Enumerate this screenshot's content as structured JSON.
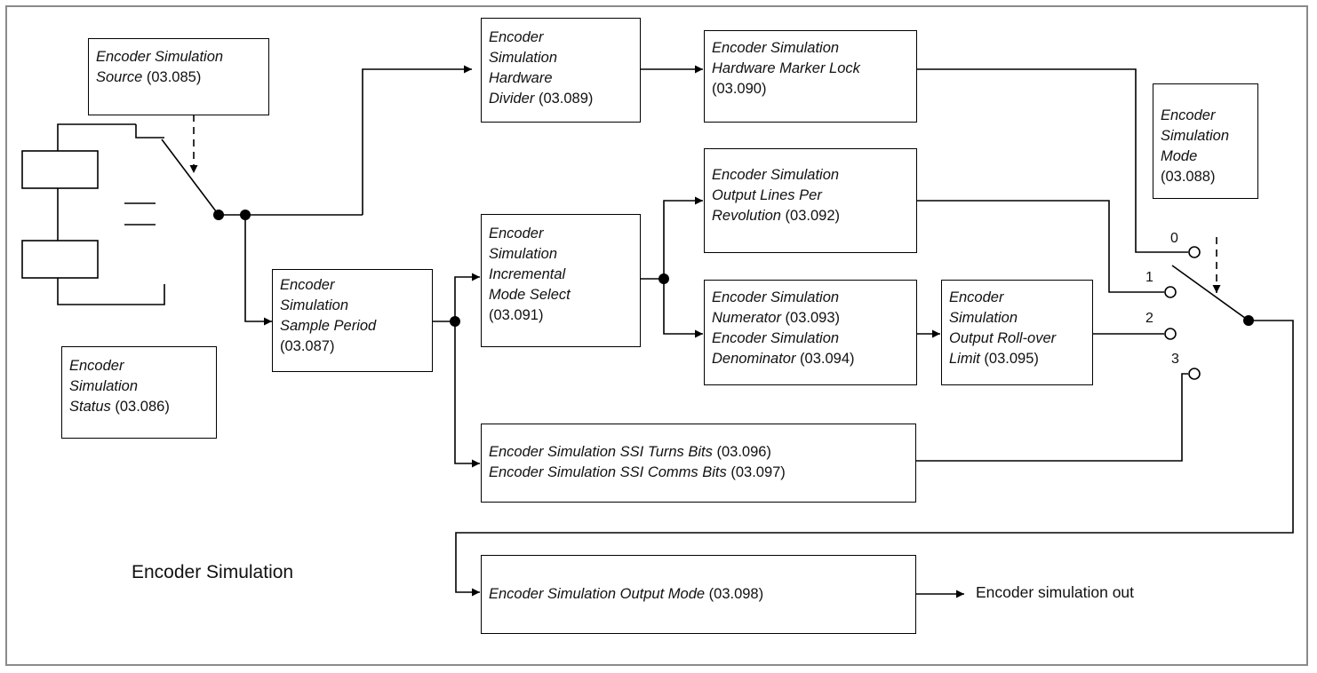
{
  "title": "Encoder Simulation",
  "output_label": "Encoder simulation out",
  "boxes": {
    "source": {
      "lines": [
        {
          "it": "Encoder Simulation",
          "plain": ""
        },
        {
          "it": "Source",
          "plain": " (03.085)"
        }
      ]
    },
    "status": {
      "lines": [
        {
          "it": "Encoder",
          "plain": ""
        },
        {
          "it": "Simulation",
          "plain": ""
        },
        {
          "it": "Status",
          "plain": " (03.086)"
        }
      ]
    },
    "sample": {
      "lines": [
        {
          "it": "Encoder",
          "plain": ""
        },
        {
          "it": "Simulation",
          "plain": ""
        },
        {
          "it": "Sample Period",
          "plain": ""
        },
        {
          "it": "",
          "plain": "(03.087)"
        }
      ]
    },
    "hw_divider": {
      "lines": [
        {
          "it": "Encoder",
          "plain": ""
        },
        {
          "it": "Simulation",
          "plain": ""
        },
        {
          "it": "Hardware",
          "plain": ""
        },
        {
          "it": "Divider",
          "plain": " (03.089)"
        }
      ]
    },
    "hw_marker": {
      "lines": [
        {
          "it": "Encoder Simulation",
          "plain": ""
        },
        {
          "it": "Hardware Marker Lock",
          "plain": ""
        },
        {
          "it": "",
          "plain": "(03.090)"
        }
      ]
    },
    "mode": {
      "lines": [
        {
          "it": "Encoder",
          "plain": ""
        },
        {
          "it": "Simulation",
          "plain": ""
        },
        {
          "it": "Mode",
          "plain": ""
        },
        {
          "it": "",
          "plain": "(03.088)"
        }
      ]
    },
    "incremental": {
      "lines": [
        {
          "it": "Encoder",
          "plain": ""
        },
        {
          "it": "Simulation",
          "plain": ""
        },
        {
          "it": "Incremental",
          "plain": ""
        },
        {
          "it": "Mode Select",
          "plain": ""
        },
        {
          "it": "",
          "plain": "(03.091)"
        }
      ]
    },
    "lines_per_rev": {
      "lines": [
        {
          "it": "Encoder Simulation",
          "plain": ""
        },
        {
          "it": "Output Lines Per",
          "plain": ""
        },
        {
          "it": "Revolution",
          "plain": " (03.092)"
        }
      ]
    },
    "num_den": {
      "lines": [
        {
          "it": "Encoder Simulation",
          "plain": ""
        },
        {
          "it": "Numerator",
          "plain": "  (03.093)"
        },
        {
          "it": "Encoder Simulation",
          "plain": ""
        },
        {
          "it": "Denominator",
          "plain": " (03.094)"
        }
      ]
    },
    "rollover": {
      "lines": [
        {
          "it": "Encoder",
          "plain": ""
        },
        {
          "it": "Simulation",
          "plain": ""
        },
        {
          "it": "Output Roll-over",
          "plain": ""
        },
        {
          "it": "Limit",
          "plain": " (03.095)"
        }
      ]
    },
    "ssi": {
      "lines": [
        {
          "it": "Encoder Simulation SSI Turns Bits",
          "plain": " (03.096)"
        },
        {
          "it": "Encoder Simulation SSI Comms Bits",
          "plain": " (03.097)"
        }
      ]
    },
    "output_mode": {
      "lines": [
        {
          "it": "Encoder Simulation Output Mode",
          "plain": " (03.098)"
        }
      ]
    }
  },
  "switch_positions": [
    "0",
    "1",
    "2",
    "3"
  ]
}
